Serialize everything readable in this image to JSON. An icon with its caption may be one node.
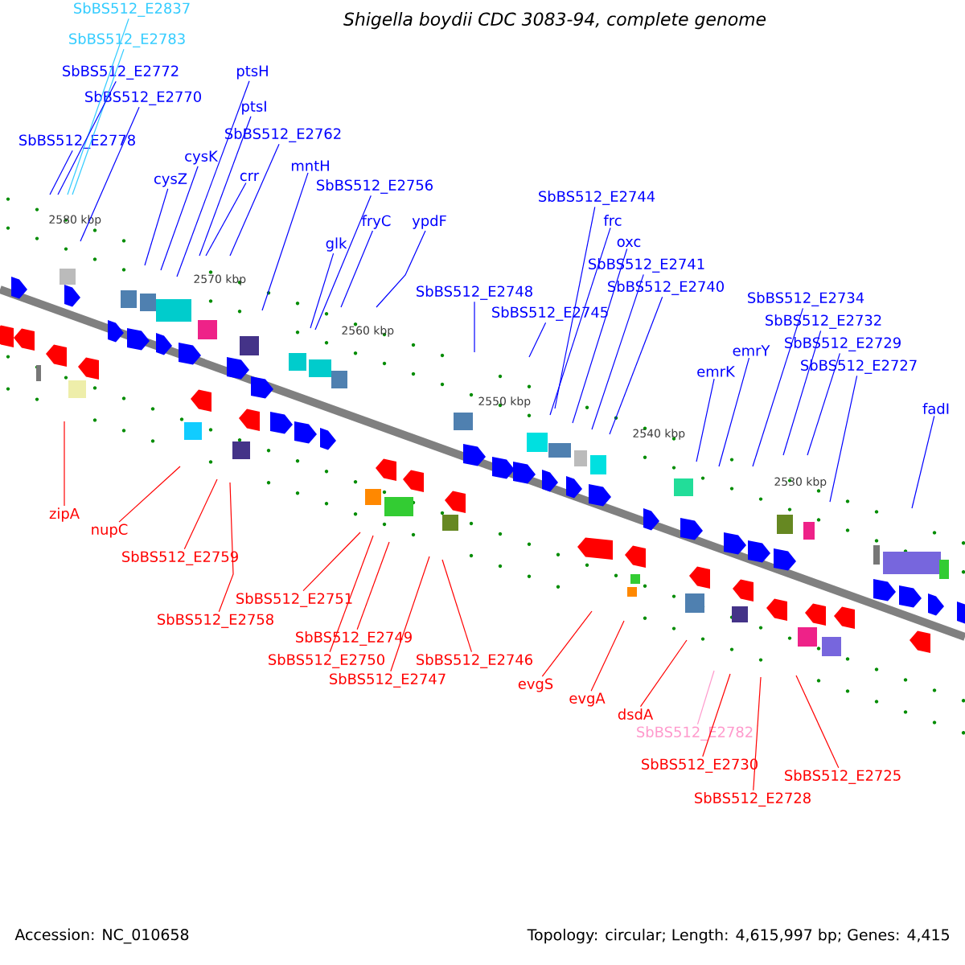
{
  "diagram": {
    "title": "Shigella boydii CDC 3083-94, complete genome",
    "nodes": [
      {
        "text": [
          "SbBS512_E2837"
        ]
      },
      {
        "text": [
          "SbBS512_E2783"
        ]
      },
      {
        "text": [
          "SbBS512_E2772"
        ]
      },
      {
        "text": [
          "SbBS512_E2770"
        ]
      },
      {
        "text": [
          "SbBS512_E2778"
        ]
      },
      {
        "text": [
          "ptsH"
        ]
      },
      {
        "text": [
          "ptsI"
        ]
      },
      {
        "text": [
          "SbBS512_E2762"
        ]
      },
      {
        "text": [
          "cysK"
        ]
      },
      {
        "text": [
          "cysZ"
        ]
      },
      {
        "text": [
          "crr"
        ]
      },
      {
        "text": [
          "mntH"
        ]
      },
      {
        "text": [
          "SbBS512_E2756"
        ]
      },
      {
        "text": [
          "fryC"
        ]
      },
      {
        "text": [
          "ypdF"
        ]
      },
      {
        "text": [
          "glk"
        ]
      },
      {
        "text": [
          "SbBS512_E2744"
        ]
      },
      {
        "text": [
          "frc"
        ]
      },
      {
        "text": [
          "oxc"
        ]
      },
      {
        "text": [
          "SbBS512_E2741"
        ]
      },
      {
        "text": [
          "SbBS512_E2740"
        ]
      },
      {
        "text": [
          "SbBS512_E2748"
        ]
      },
      {
        "text": [
          "SbBS512_E2745"
        ]
      },
      {
        "text": [
          "SbBS512_E2734"
        ]
      },
      {
        "text": [
          "SbBS512_E2732"
        ]
      },
      {
        "text": [
          "SbBS512_E2729"
        ]
      },
      {
        "text": [
          "emrY"
        ]
      },
      {
        "text": [
          "SbBS512_E2727"
        ]
      },
      {
        "text": [
          "emrK"
        ]
      },
      {
        "text": [
          "fadI"
        ]
      },
      {
        "text": [
          "zipA"
        ]
      },
      {
        "text": [
          "nupC"
        ]
      },
      {
        "text": [
          "SbBS512_E2759"
        ]
      },
      {
        "text": [
          "SbBS512_E2751"
        ]
      },
      {
        "text": [
          "SbBS512_E2758"
        ]
      },
      {
        "text": [
          "SbBS512_E2749"
        ]
      },
      {
        "text": [
          "SbBS512_E2750"
        ]
      },
      {
        "text": [
          "SbBS512_E2746"
        ]
      },
      {
        "text": [
          "SbBS512_E2747"
        ]
      },
      {
        "text": [
          "evgS"
        ]
      },
      {
        "text": [
          "evgA"
        ]
      },
      {
        "text": [
          "dsdA"
        ]
      },
      {
        "text": [
          "SbBS512_E2782"
        ]
      },
      {
        "text": [
          "SbBS512_E2730"
        ]
      },
      {
        "text": [
          "SbBS512_E2725"
        ]
      },
      {
        "text": [
          "SbBS512_E2728"
        ]
      }
    ],
    "edges": [
      {
        "from": 0,
        "to": null,
        "arrow": "none",
        "color": "#33ccff"
      },
      {
        "from": 1,
        "to": null,
        "arrow": "none",
        "color": "#33ccff"
      },
      {
        "from": 2,
        "to": null,
        "arrow": "none"
      },
      {
        "from": 3,
        "to": null,
        "arrow": "none"
      },
      {
        "from": 4,
        "to": null,
        "arrow": "none"
      },
      {
        "from": 5,
        "to": null,
        "arrow": "none"
      },
      {
        "from": 6,
        "to": null,
        "arrow": "none"
      },
      {
        "from": 7,
        "to": null,
        "arrow": "none"
      },
      {
        "from": 8,
        "to": null,
        "arrow": "none"
      },
      {
        "from": 9,
        "to": null,
        "arrow": "none"
      },
      {
        "from": 10,
        "to": null,
        "arrow": "none"
      },
      {
        "from": 11,
        "to": null,
        "arrow": "none"
      },
      {
        "from": 12,
        "to": null,
        "arrow": "none"
      },
      {
        "from": 13,
        "to": null,
        "arrow": "none"
      },
      {
        "from": 14,
        "to": null,
        "arrow": "none"
      },
      {
        "from": 15,
        "to": null,
        "arrow": "none"
      },
      {
        "from": 16,
        "to": null,
        "arrow": "none"
      },
      {
        "from": 17,
        "to": null,
        "arrow": "none"
      },
      {
        "from": 18,
        "to": null,
        "arrow": "none"
      },
      {
        "from": 19,
        "to": null,
        "arrow": "none"
      },
      {
        "from": 20,
        "to": null,
        "arrow": "none"
      },
      {
        "from": 21,
        "to": null,
        "arrow": "none"
      },
      {
        "from": 22,
        "to": null,
        "arrow": "none"
      },
      {
        "from": 23,
        "to": null,
        "arrow": "none"
      },
      {
        "from": 24,
        "to": null,
        "arrow": "none"
      },
      {
        "from": 25,
        "to": null,
        "arrow": "none"
      },
      {
        "from": 26,
        "to": null,
        "arrow": "none"
      },
      {
        "from": 27,
        "to": null,
        "arrow": "none"
      },
      {
        "from": 28,
        "to": null,
        "arrow": "none"
      },
      {
        "from": 29,
        "to": null,
        "arrow": "none"
      },
      {
        "from": 30,
        "to": null,
        "arrow": "none",
        "color": "#ff0000"
      },
      {
        "from": 31,
        "to": null,
        "arrow": "none",
        "color": "#ff0000"
      },
      {
        "from": 32,
        "to": null,
        "arrow": "none",
        "color": "#ff0000"
      },
      {
        "from": 33,
        "to": null,
        "arrow": "none",
        "color": "#ff0000"
      },
      {
        "from": 34,
        "to": null,
        "arrow": "none",
        "color": "#ff0000"
      },
      {
        "from": 35,
        "to": null,
        "arrow": "none",
        "color": "#ff0000"
      },
      {
        "from": 36,
        "to": null,
        "arrow": "none",
        "color": "#ff0000"
      },
      {
        "from": 37,
        "to": null,
        "arrow": "none",
        "color": "#ff0000"
      },
      {
        "from": 38,
        "to": null,
        "arrow": "none",
        "color": "#ff0000"
      },
      {
        "from": 39,
        "to": null,
        "arrow": "none",
        "color": "#ff0000"
      },
      {
        "from": 40,
        "to": null,
        "arrow": "none",
        "color": "#ff0000"
      },
      {
        "from": 41,
        "to": null,
        "arrow": "none",
        "color": "#ff0000"
      },
      {
        "from": 42,
        "to": null,
        "arrow": "none",
        "color": "#ff99cc"
      },
      {
        "from": 43,
        "to": null,
        "arrow": "none",
        "color": "#ff0000"
      },
      {
        "from": 44,
        "to": null,
        "arrow": "none",
        "color": "#ff0000"
      },
      {
        "from": 45,
        "to": null,
        "arrow": "none",
        "color": "#ff0000"
      }
    ],
    "labels": [
      "2580 kbp",
      "2570 kbp",
      "2560 kbp",
      "2550 kbp",
      "2540 kbp",
      "2530 kbp",
      "Accession: NC_010658",
      "Topology: circular; Length: 4,615,997 bp; Genes: 4,415"
    ]
  }
}
